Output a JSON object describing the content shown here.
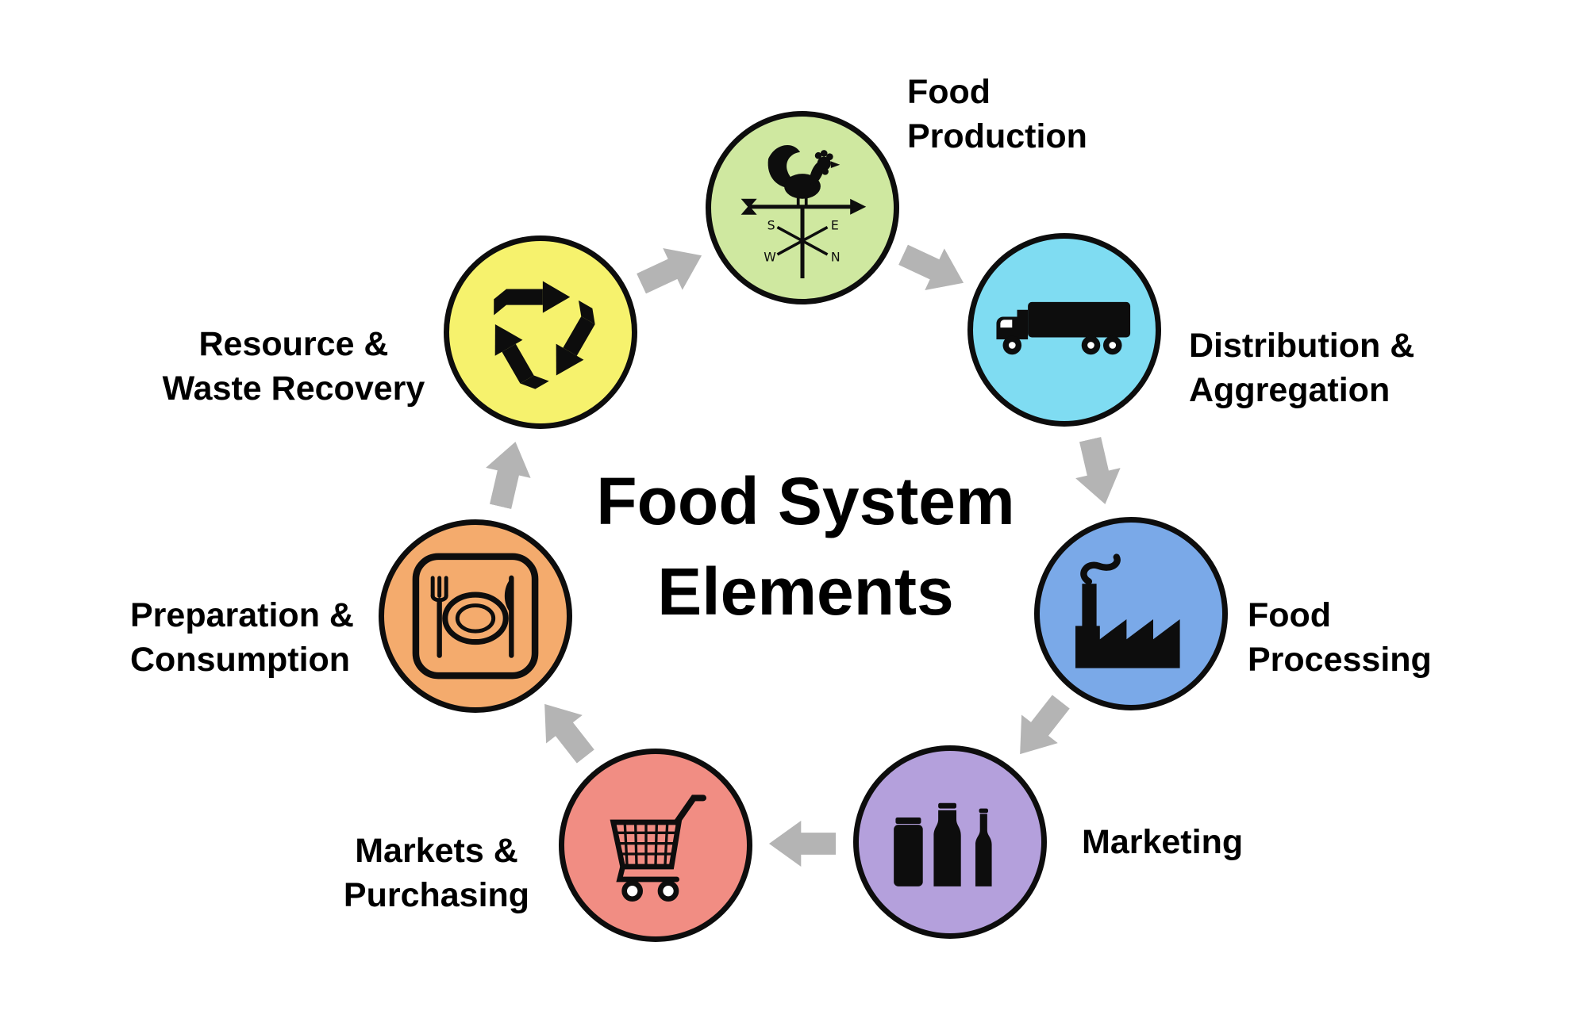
{
  "title": {
    "line1": "Food System",
    "line2": "Elements"
  },
  "diagram": {
    "type": "cycle",
    "direction": "clockwise",
    "arrow_color": "#b4b4b4",
    "icon_color": "#0d0d0d",
    "background": "#ffffff"
  },
  "nodes": [
    {
      "name": "food-production",
      "label_lines": [
        "Food",
        "Production"
      ],
      "color": "#cfe8a0",
      "icon": "weathervane-rooster-icon"
    },
    {
      "name": "distribution-aggregation",
      "label_lines": [
        "Distribution &",
        "Aggregation"
      ],
      "color": "#7fdcf2",
      "icon": "truck-icon"
    },
    {
      "name": "food-processing",
      "label_lines": [
        "Food",
        "Processing"
      ],
      "color": "#7aa9e8",
      "icon": "factory-icon"
    },
    {
      "name": "marketing",
      "label_lines": [
        "Marketing"
      ],
      "color": "#b4a0dc",
      "icon": "packaged-goods-icon"
    },
    {
      "name": "markets-purchasing",
      "label_lines": [
        "Markets &",
        "Purchasing"
      ],
      "color": "#f18d83",
      "icon": "shopping-cart-icon"
    },
    {
      "name": "preparation-consumption",
      "label_lines": [
        "Preparation &",
        "Consumption"
      ],
      "color": "#f4ab6d",
      "icon": "plate-cutlery-icon"
    },
    {
      "name": "resource-waste-recovery",
      "label_lines": [
        "Resource &",
        "Waste Recovery"
      ],
      "color": "#f6f26d",
      "icon": "recycle-icon"
    }
  ],
  "flow": [
    "food-production",
    "distribution-aggregation",
    "food-processing",
    "marketing",
    "markets-purchasing",
    "preparation-consumption",
    "resource-waste-recovery"
  ]
}
